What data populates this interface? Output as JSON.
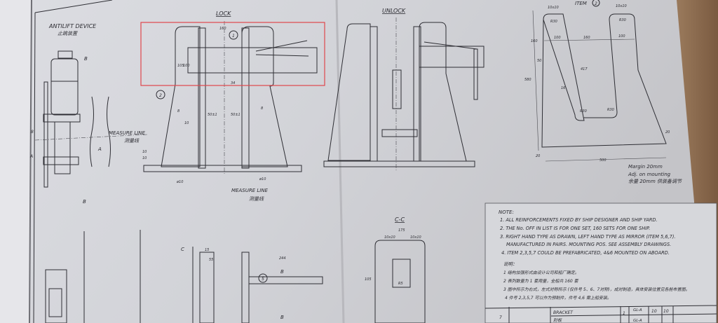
{
  "left_view": {
    "title": "ANTILIFT DEVICE",
    "title_cn": "止跳装置",
    "section_b": "B",
    "section_a": "A",
    "weld_label": "8"
  },
  "lock_view": {
    "title": "LOCK",
    "item_1": "1",
    "item_2": "2",
    "dims": {
      "width": "160",
      "h1": "105",
      "h2": "100",
      "d1": "34",
      "gap_left": "50±1",
      "gap_right": "50±1",
      "weld_8": "8",
      "weld_10": "10",
      "weld_10b": "10",
      "weld_10c": "10",
      "fillet_left": "ø10",
      "fillet_right": "ø10"
    },
    "measure_line": "MEASURE LINE",
    "measure_line_cn": "测量线",
    "measure_line_left": "MEASURE LINE",
    "measure_line_left_cn": "测量线",
    "section_a": "A"
  },
  "unlock_view": {
    "title": "UNLOCK"
  },
  "item_view": {
    "title": "ITEM",
    "item_no": "2",
    "dims": {
      "c1": "10x10",
      "c2": "10x10",
      "w1": "100",
      "w2": "160",
      "w3": "100",
      "r1": "R30",
      "r2": "R30",
      "r3": "R30",
      "r4": "R30",
      "slot": "417",
      "height": "580",
      "small": "50",
      "base": "500",
      "h_left": "160",
      "t": "20",
      "thk": "16"
    },
    "margin": "Margin 20mm",
    "adj": "Adj. on mounting",
    "adj_cn": "余量 20mm 供装备调节"
  },
  "section_cc": {
    "title": "C-C",
    "w": "175",
    "d1": "10x10",
    "d2": "10x10",
    "h": "105",
    "r": "R5"
  },
  "section_bb": {
    "label": "B",
    "c_label": "C",
    "item": "5",
    "w": "244",
    "d1": "15",
    "d2": "55"
  },
  "notes": {
    "heading": "NOTE:",
    "lines": [
      "1. ALL REINFORCEMENTS FIXED BY SHIP DESIGNER AND SHIP YARD.",
      "2. THE No. OFF IN LIST IS FOR ONE SET, 160 SETS FOR ONE SHIP.",
      "3. RIGHT HAND TYPE AS DRAWN, LEFT HAND TYPE AS MIRROR (ITEM 5,6,7).",
      "MANUFACTURED IN PAIRS. MOUNTING POS. SEE ASSEMBLY DRAWINGS.",
      "4. ITEM 2,3,5,7 COULD BE PREFABRICATED, 4&6 MOUNTED ON ABOARD."
    ],
    "heading_cn": "说明：",
    "lines_cn": [
      "1 结构加强形式由设计公司和船厂确定。",
      "2 表列数量为 1 套用量，全船共 160 套",
      "3 图中所示为右式，左式对称所示 (仅件号 5、6、7对称)，成对制造，具体安装位置见各舱布置图。",
      "4 件号 2,3,5,7 可以作为预制件，件号 4,6 需上船安装。"
    ]
  },
  "title_block": {
    "row_no": "7",
    "name": "BRACKET",
    "name_cn": "肘板",
    "qty": "1",
    "material": "GL-A",
    "thk": "10",
    "w": "10",
    "material2": "GL-A"
  },
  "annotation": {
    "color": "#e0474c"
  }
}
